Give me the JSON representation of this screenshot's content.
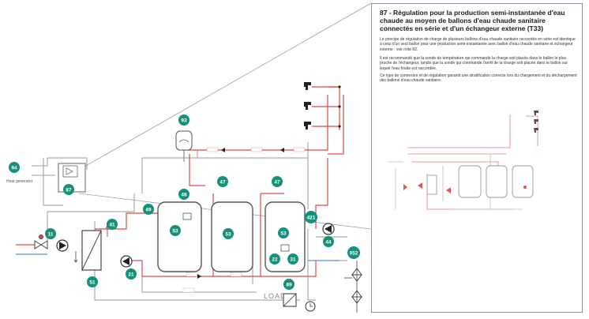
{
  "inset": {
    "title": "87 - Régulation pour la production semi-instantanée d'eau chaude au moyen de ballons d'eau chaude sanitaire connectés en série et d'un échangeur externe (T33)",
    "paragraphs": [
      "Le principe de régulation de charge de plusieurs ballons d'eau chaude sanitaire raccordés en série est identique à celui d'un seul ballon pour une production semi-instantanée avec ballon d'eau chaude sanitaire et échangeur externe : voir note 82.",
      "Il est recommandé que la sonde de température qui commande la charge soit placée dans le ballon le plus proche de l'échangeur, tandis que la sonde qui commande l'arrêt de la charge soit placée dans le ballon sur lequel l'eau froide est raccordée.",
      "Ce type de connexion et de régulation garantit une stratification correcte lors du chargement et du déchargement des ballons d'eau chaude sanitaire."
    ]
  },
  "labels": {
    "heat_generator": "Heat generator",
    "load": "LOAD"
  },
  "badges": {
    "b93": "93",
    "b94": "94",
    "b87": "87",
    "b48": "48",
    "b47a": "47",
    "b47b": "47",
    "b49": "49",
    "b41": "41",
    "b11": "11",
    "b51": "51",
    "b21": "21",
    "b53a": "53",
    "b53b": "53",
    "b53c": "53",
    "b22": "22",
    "b31": "31",
    "b421": "421",
    "b44": "44",
    "b952": "952",
    "b89": "89"
  },
  "colors": {
    "hot": "#d94b4b",
    "cold": "#5b8fd6",
    "neutral": "#9a9a9a",
    "badge": "#14917b"
  }
}
